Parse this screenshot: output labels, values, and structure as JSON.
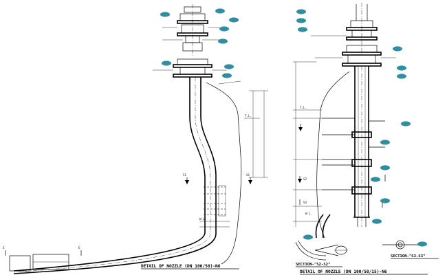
{
  "titles": {
    "left": "DETAIL OF NOZZLE (DN 100/50)-N6",
    "right": "DETAIL OF NOZZLE (DN 100/50/15)-N6",
    "section_s2": "SECTION-\"S2-S2\"",
    "section_s3": "SECTION-\"S3-S3\""
  },
  "labels": {
    "tl": "T.L.",
    "wl": "W.L.",
    "sec_s1": "S1",
    "sec_s2": "S2",
    "sec_s3": "S3",
    "sec_e": "E"
  },
  "colors": {
    "ink": "#000000",
    "bubble": "#2f8fa0",
    "paper": "#ffffff"
  }
}
